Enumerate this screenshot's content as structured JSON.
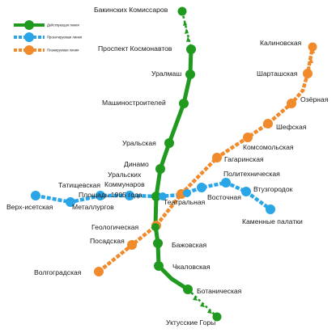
{
  "legend": {
    "operating": "Действующая линия",
    "projected": "Проектируемая линия",
    "planned": "Планируемая линия"
  },
  "colors": {
    "operating": "#1f9a1f",
    "projected": "#2aa6e6",
    "planned": "#f08a2b"
  },
  "stations": {
    "bakinskikh": "Бакинских Комиссаров",
    "kosmonavtov": "Проспект Космонавтов",
    "uralmash": "Уралмаш",
    "mashinostroiteley": "Машиностроителей",
    "uralskaya": "Уральская",
    "dinamo": "Динамо",
    "uralskikh_kommunarov_1": "Уральских",
    "uralskikh_kommunarov_2": "Коммунаров",
    "ploshchad_1905": "Площадь 1905 года",
    "geologicheskaya": "Геологическая",
    "bazhovskaya": "Бажовская",
    "chkalovskaya": "Чкаловская",
    "botanicheskaya": "Ботаническая",
    "uktusskie": "Уктусские Горы",
    "verkh_isetskaya": "Верх-исетская",
    "tatishchevskaya": "Татищевская",
    "metallurgov": "Металлургов",
    "teatralnaya": "Театральная",
    "vostochnaya": "Восточная",
    "politekhnicheskaya": "Политехническая",
    "vtuzgorodok": "Втузгородок",
    "kamennye_palatki": "Каменные палатки",
    "kalinovskaya": "Калиновская",
    "shartashskaya": "Шарташская",
    "ozernaya": "Озёрная",
    "shefskaya": "Шефская",
    "komsomolskaya": "Комсомольская",
    "gagarinskaya": "Гагаринская",
    "posadskaya": "Посадская",
    "volgogradskaya": "Волгоградская"
  }
}
